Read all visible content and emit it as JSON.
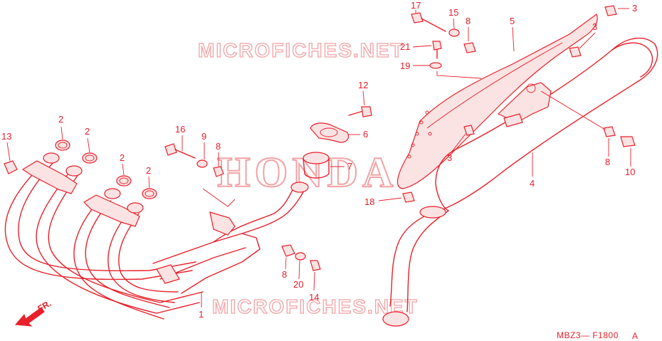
{
  "watermarks": {
    "brand": "HONDA",
    "site_top": "MICROFICHES.NET",
    "site_bottom": "MICROFICHES.NET"
  },
  "diagram_code": "MBZ3— F1800",
  "diagram_suffix": "A",
  "front_indicator": "FR.",
  "callouts": {
    "c1": "1",
    "c2a": "2",
    "c2b": "2",
    "c2c": "2",
    "c2d": "2",
    "c3a": "3",
    "c3b": "3",
    "c3c": "3",
    "c4": "4",
    "c5": "5",
    "c6": "6",
    "c7": "7",
    "c8a": "8",
    "c8b": "8",
    "c8c": "8",
    "c8d": "8",
    "c9": "9",
    "c10": "10",
    "c12": "12",
    "c13": "13",
    "c14": "14",
    "c15": "15",
    "c16": "16",
    "c17": "17",
    "c18": "18",
    "c19": "19",
    "c20": "20",
    "c21": "21"
  },
  "colors": {
    "line": "#e8202a",
    "watermark": "#f2a3a6",
    "background": "#ffffff"
  }
}
